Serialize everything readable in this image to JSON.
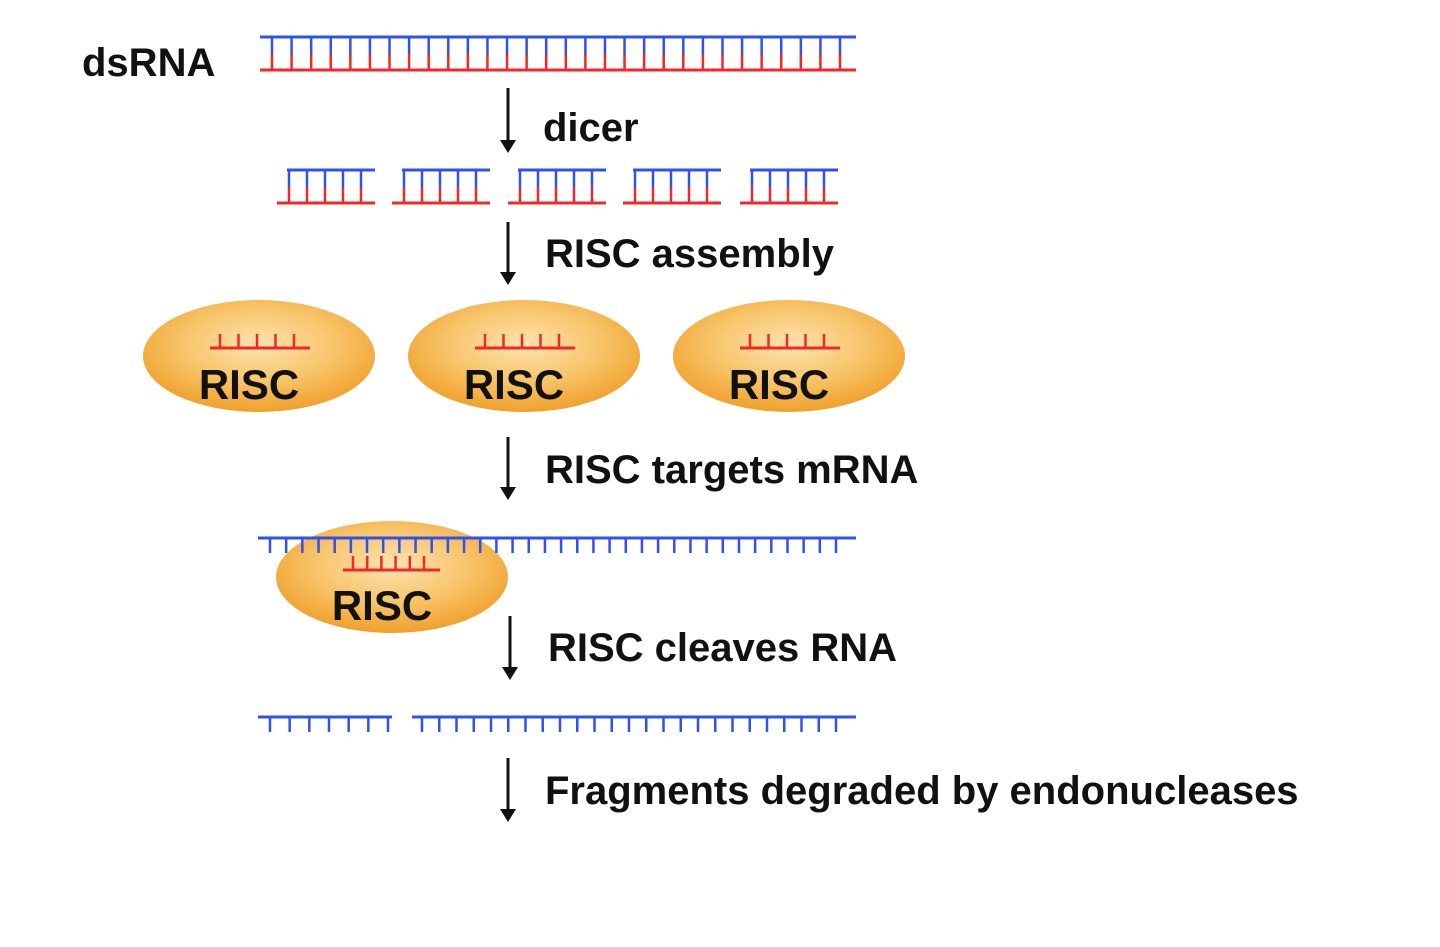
{
  "labels": {
    "dsrna": "dsRNA",
    "risc": "RISC"
  },
  "steps": [
    {
      "label": "dicer"
    },
    {
      "label": "RISC assembly"
    },
    {
      "label": "RISC targets mRNA"
    },
    {
      "label": "RISC cleaves RNA"
    },
    {
      "label": "Fragments degraded by endonucleases"
    }
  ],
  "colors": {
    "sense_strand": "#3050f0",
    "antisense_strand": "#f02828",
    "risc_fill_center": "#fde4b0",
    "risc_fill_edge": "#f2a32a",
    "text": "#111111"
  }
}
